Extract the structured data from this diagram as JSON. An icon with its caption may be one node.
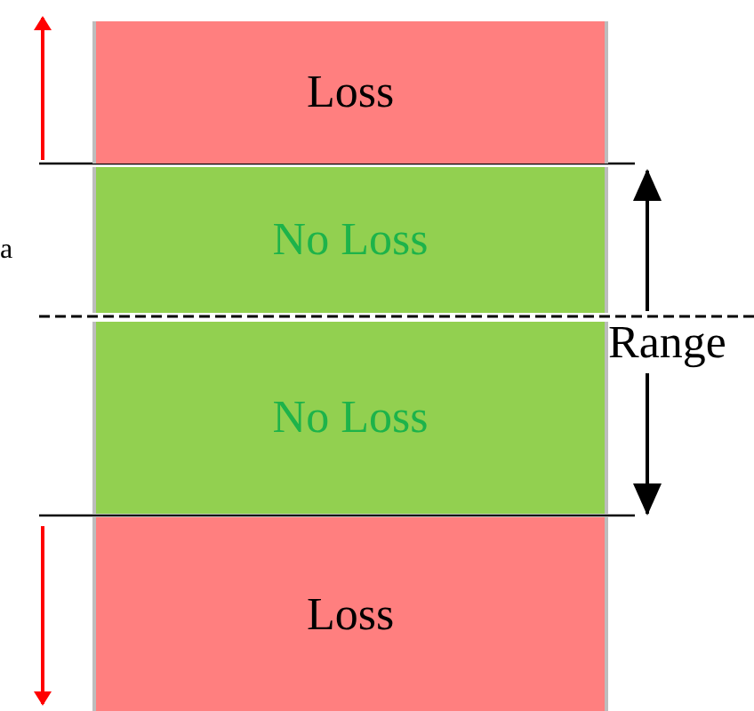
{
  "diagram": {
    "nodes": [
      {
        "text": [
          "Loss"
        ]
      },
      {
        "text": [
          "No Loss"
        ]
      },
      {
        "text": [
          "No Loss"
        ]
      },
      {
        "text": [
          "Loss"
        ]
      }
    ],
    "labels": [
      "a",
      "Range"
    ]
  }
}
